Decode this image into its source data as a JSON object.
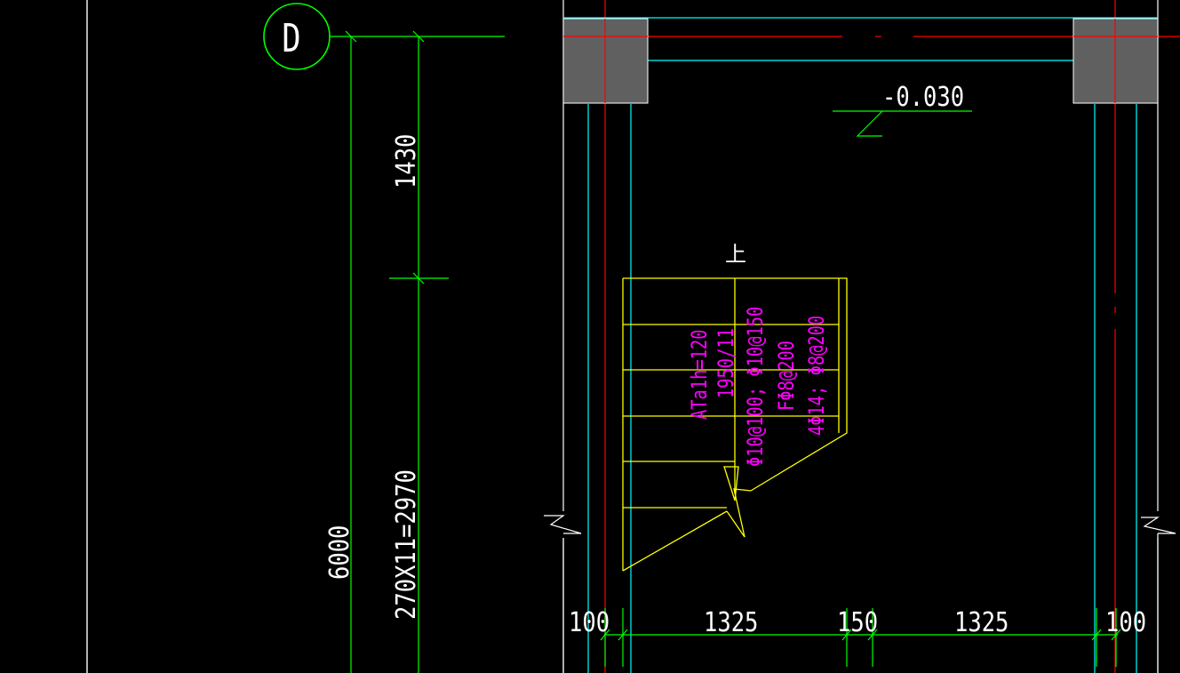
{
  "axis_bubble": {
    "label": "D"
  },
  "elevation": {
    "value": "-0.030"
  },
  "direction": {
    "up_label": "上"
  },
  "dimensions": {
    "vertical_top": "1430",
    "vertical_steps": "270X11=2970",
    "vertical_total": "6000",
    "horizontal": [
      "100",
      "1325",
      "150",
      "1325",
      "100"
    ]
  },
  "stair_annotation": {
    "lines": [
      "ATa1h=120",
      "1950/11",
      "Φ10@100; Φ10@150",
      "FΦ8@200",
      "4Φ14; Φ8@200"
    ]
  },
  "colors": {
    "background": "#000000",
    "dimension": "#00ff00",
    "axis": "#ff0000",
    "wall": "#00ffff",
    "stair": "#ffff00",
    "annotation": "#ff00ff",
    "column": "#606060",
    "text": "#ffffff"
  }
}
